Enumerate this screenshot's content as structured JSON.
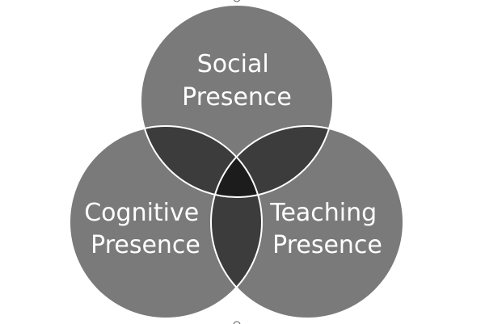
{
  "diagram": {
    "type": "venn-3",
    "circles": [
      {
        "id": "social",
        "label_lines": [
          "Social",
          "Presence"
        ]
      },
      {
        "id": "cognitive",
        "label_lines": [
          "Cognitive",
          "Presence"
        ]
      },
      {
        "id": "teaching",
        "label_lines": [
          "Teaching",
          "Presence"
        ]
      }
    ],
    "colors": {
      "background": "#ffffff",
      "single": "#7a7a7a",
      "double": "#3c3c3c",
      "triple": "#1c1c1c",
      "outline": "#ffffff",
      "label": "#ffffff"
    }
  }
}
